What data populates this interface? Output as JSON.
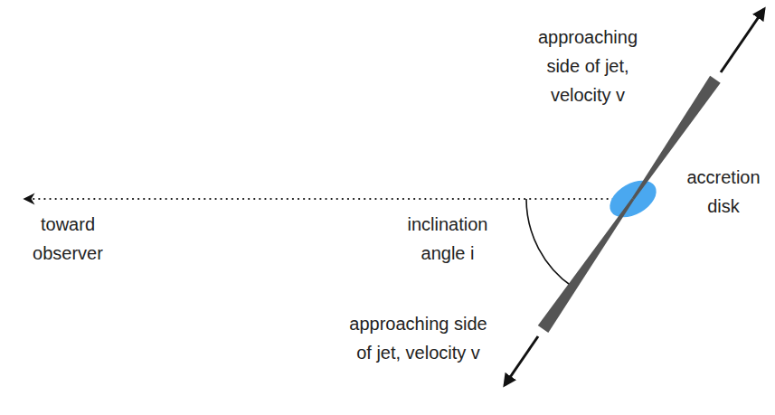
{
  "diagram": {
    "labels": [
      "approaching side of jet, velocity v",
      "accretion disk",
      "toward observer",
      "inclination angle i",
      "approaching side of jet, velocity v"
    ]
  }
}
